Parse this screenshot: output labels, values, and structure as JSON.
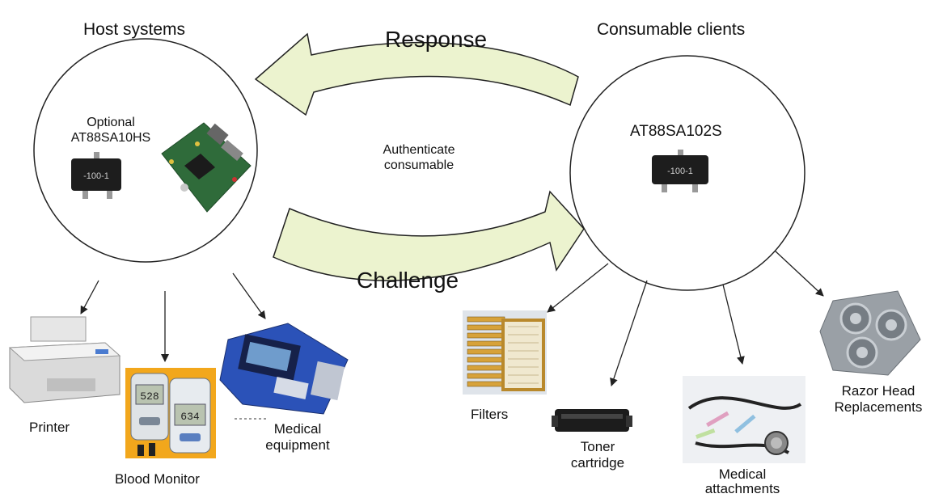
{
  "host": {
    "title": "Host systems",
    "optional_line1": "Optional",
    "optional_line2": "AT88SA10HS",
    "chip_marking": "-100-1"
  },
  "client": {
    "title": "Consumable clients",
    "chip_name": "AT88SA102S",
    "chip_marking": "-100-1"
  },
  "flow": {
    "response": "Response",
    "challenge": "Challenge",
    "authenticate_line1": "Authenticate",
    "authenticate_line2": "consumable"
  },
  "host_devices": {
    "printer": "Printer",
    "blood_monitor": "Blood Monitor",
    "medical_equipment_line1": "Medical",
    "medical_equipment_line2": "equipment",
    "glucose_reading_1": "528",
    "glucose_reading_2": "634"
  },
  "consumables": {
    "filters": "Filters",
    "toner_line1": "Toner",
    "toner_line2": "cartridge",
    "medical_attach_line1": "Medical",
    "medical_attach_line2": "attachments",
    "razor_line1": "Razor Head",
    "razor_line2": "Replacements"
  },
  "colors": {
    "arrow_fill": "#ECF3CF",
    "outline": "#222222",
    "chip_body": "#1d1d1d",
    "pcb_green": "#2f6b3a",
    "monitor_bg": "#F2A71C",
    "equipment_blue": "#2b52b8"
  }
}
